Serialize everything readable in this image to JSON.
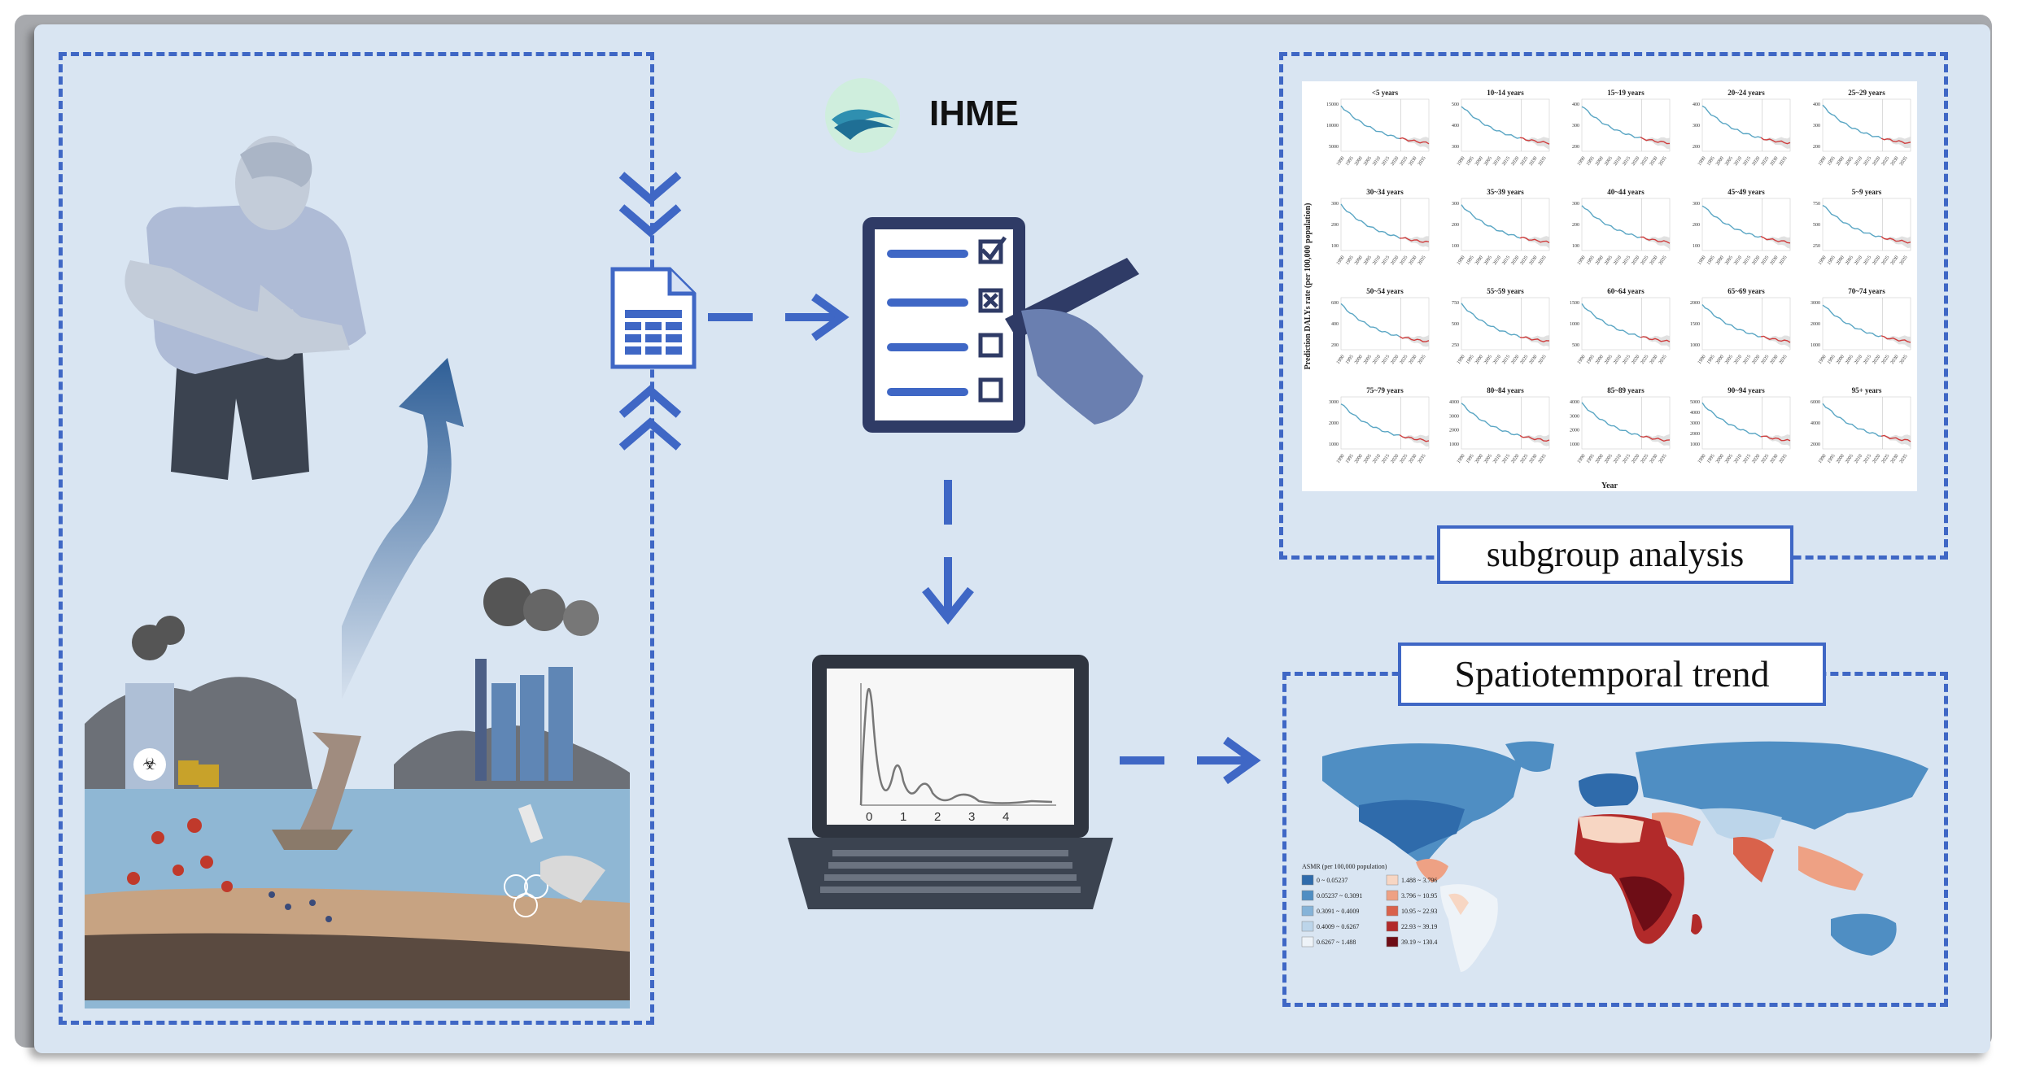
{
  "logo": {
    "text": "IHME"
  },
  "labels": {
    "subgroup": "subgroup analysis",
    "spatiotemporal": "Spatiotemporal trend"
  },
  "density_plot": {
    "ticks": [
      "0",
      "1",
      "2",
      "3",
      "4"
    ]
  },
  "subgroup_panels": {
    "titles": [
      "<5 years",
      "10~14 years",
      "15~19 years",
      "20~24 years",
      "25~29 years",
      "30~34 years",
      "35~39 years",
      "40~44 years",
      "45~49 years",
      "5~9 years",
      "50~54 years",
      "55~59 years",
      "60~64 years",
      "65~69 years",
      "70~74 years",
      "75~79 years",
      "80~84 years",
      "85~89 years",
      "90~94 years",
      "95+ years"
    ],
    "y_ticks": [
      [
        "5000",
        "10000",
        "15000"
      ],
      [
        "300",
        "400",
        "500"
      ],
      [
        "200",
        "300",
        "400"
      ],
      [
        "200",
        "300",
        "400"
      ],
      [
        "200",
        "300",
        "400"
      ],
      [
        "100",
        "200",
        "300"
      ],
      [
        "100",
        "200",
        "300"
      ],
      [
        "100",
        "200",
        "300"
      ],
      [
        "100",
        "200",
        "300"
      ],
      [
        "250",
        "500",
        "750"
      ],
      [
        "200",
        "400",
        "600"
      ],
      [
        "250",
        "500",
        "750"
      ],
      [
        "500",
        "1000",
        "1500"
      ],
      [
        "1000",
        "1500",
        "2000"
      ],
      [
        "1000",
        "2000",
        "3000"
      ],
      [
        "1000",
        "2000",
        "3000"
      ],
      [
        "1000",
        "2000",
        "3000",
        "4000"
      ],
      [
        "1000",
        "2000",
        "3000",
        "4000"
      ],
      [
        "1000",
        "2000",
        "3000",
        "4000",
        "5000"
      ],
      [
        "2000",
        "4000",
        "6000"
      ]
    ],
    "x_ticks": [
      "1990",
      "1995",
      "2000",
      "2005",
      "2010",
      "2015",
      "2020",
      "2025",
      "2030",
      "2035"
    ],
    "y_axis_label": "Prediction DALYs rate (per 100,000 population)",
    "x_axis_label": "Year"
  },
  "map_legend": {
    "title": "ASMR (per 100,000 population)",
    "items": [
      {
        "label": "0 ~ 0.05237",
        "color": "#2f6bab"
      },
      {
        "label": "0.05237 ~ 0.3091",
        "color": "#4f8ec3"
      },
      {
        "label": "0.3091 ~ 0.4009",
        "color": "#85b3d8"
      },
      {
        "label": "0.4009 ~ 0.6267",
        "color": "#bcd5ea"
      },
      {
        "label": "0.6267 ~ 1.488",
        "color": "#eef3f8"
      },
      {
        "label": "1.488 ~ 3.796",
        "color": "#f7d6c3"
      },
      {
        "label": "3.796 ~ 10.95",
        "color": "#eea184"
      },
      {
        "label": "10.95 ~ 22.93",
        "color": "#d9624b"
      },
      {
        "label": "22.93 ~ 39.19",
        "color": "#b22a2a"
      },
      {
        "label": "39.19 ~ 130.4",
        "color": "#6e0d16"
      }
    ]
  },
  "colors": {
    "accent": "#3f67c5",
    "background": "#d9e5f2",
    "trend_blue": "#5aa6c4",
    "trend_red": "#cf3d3d"
  }
}
